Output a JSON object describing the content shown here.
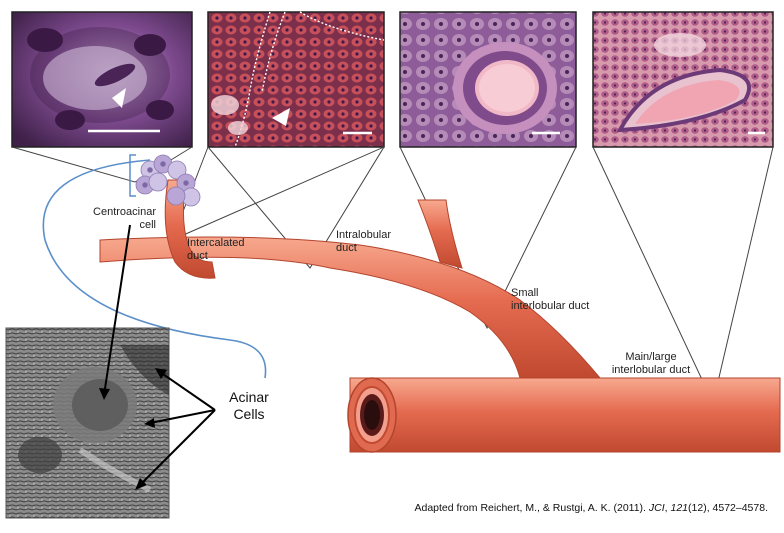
{
  "labels": {
    "centroacinar_line1": "Centroacinar",
    "centroacinar_line2": "cell",
    "intercalated_line1": "Intercalated",
    "intercalated_line2": "duct",
    "intralobular_line1": "Intralobular",
    "intralobular_line2": "duct",
    "small_line1": "Small",
    "small_line2": "interlobular duct",
    "main_line1": "Main/large",
    "main_line2": "interlobular duct",
    "acinar_line1": "Acinar",
    "acinar_line2": "Cells"
  },
  "caption": {
    "prefix": "Adapted from Reichert, M., & Rustgi, A. K. (2011). ",
    "journal": "JCI",
    "volume_sep": ", ",
    "volume": "121",
    "suffix": "(12), 4572–4578."
  },
  "colors": {
    "duct": "#e46a4f",
    "duct_light": "#f49b80",
    "duct_dark": "#c24a33",
    "centroacinar": "#b9a6d6",
    "blue_line": "#5b8fc9",
    "histology_purple": "#7a3e86",
    "histology_pink": "#e9a7b6"
  },
  "panels": [
    {
      "name": "micrograph-centroacinar",
      "bg": "#6b3f7c"
    },
    {
      "name": "micrograph-intercalated",
      "bg": "#8a3d55"
    },
    {
      "name": "micrograph-intralobular",
      "bg": "#9d6aa3"
    },
    {
      "name": "micrograph-interlobular",
      "bg": "#c87f97"
    }
  ]
}
